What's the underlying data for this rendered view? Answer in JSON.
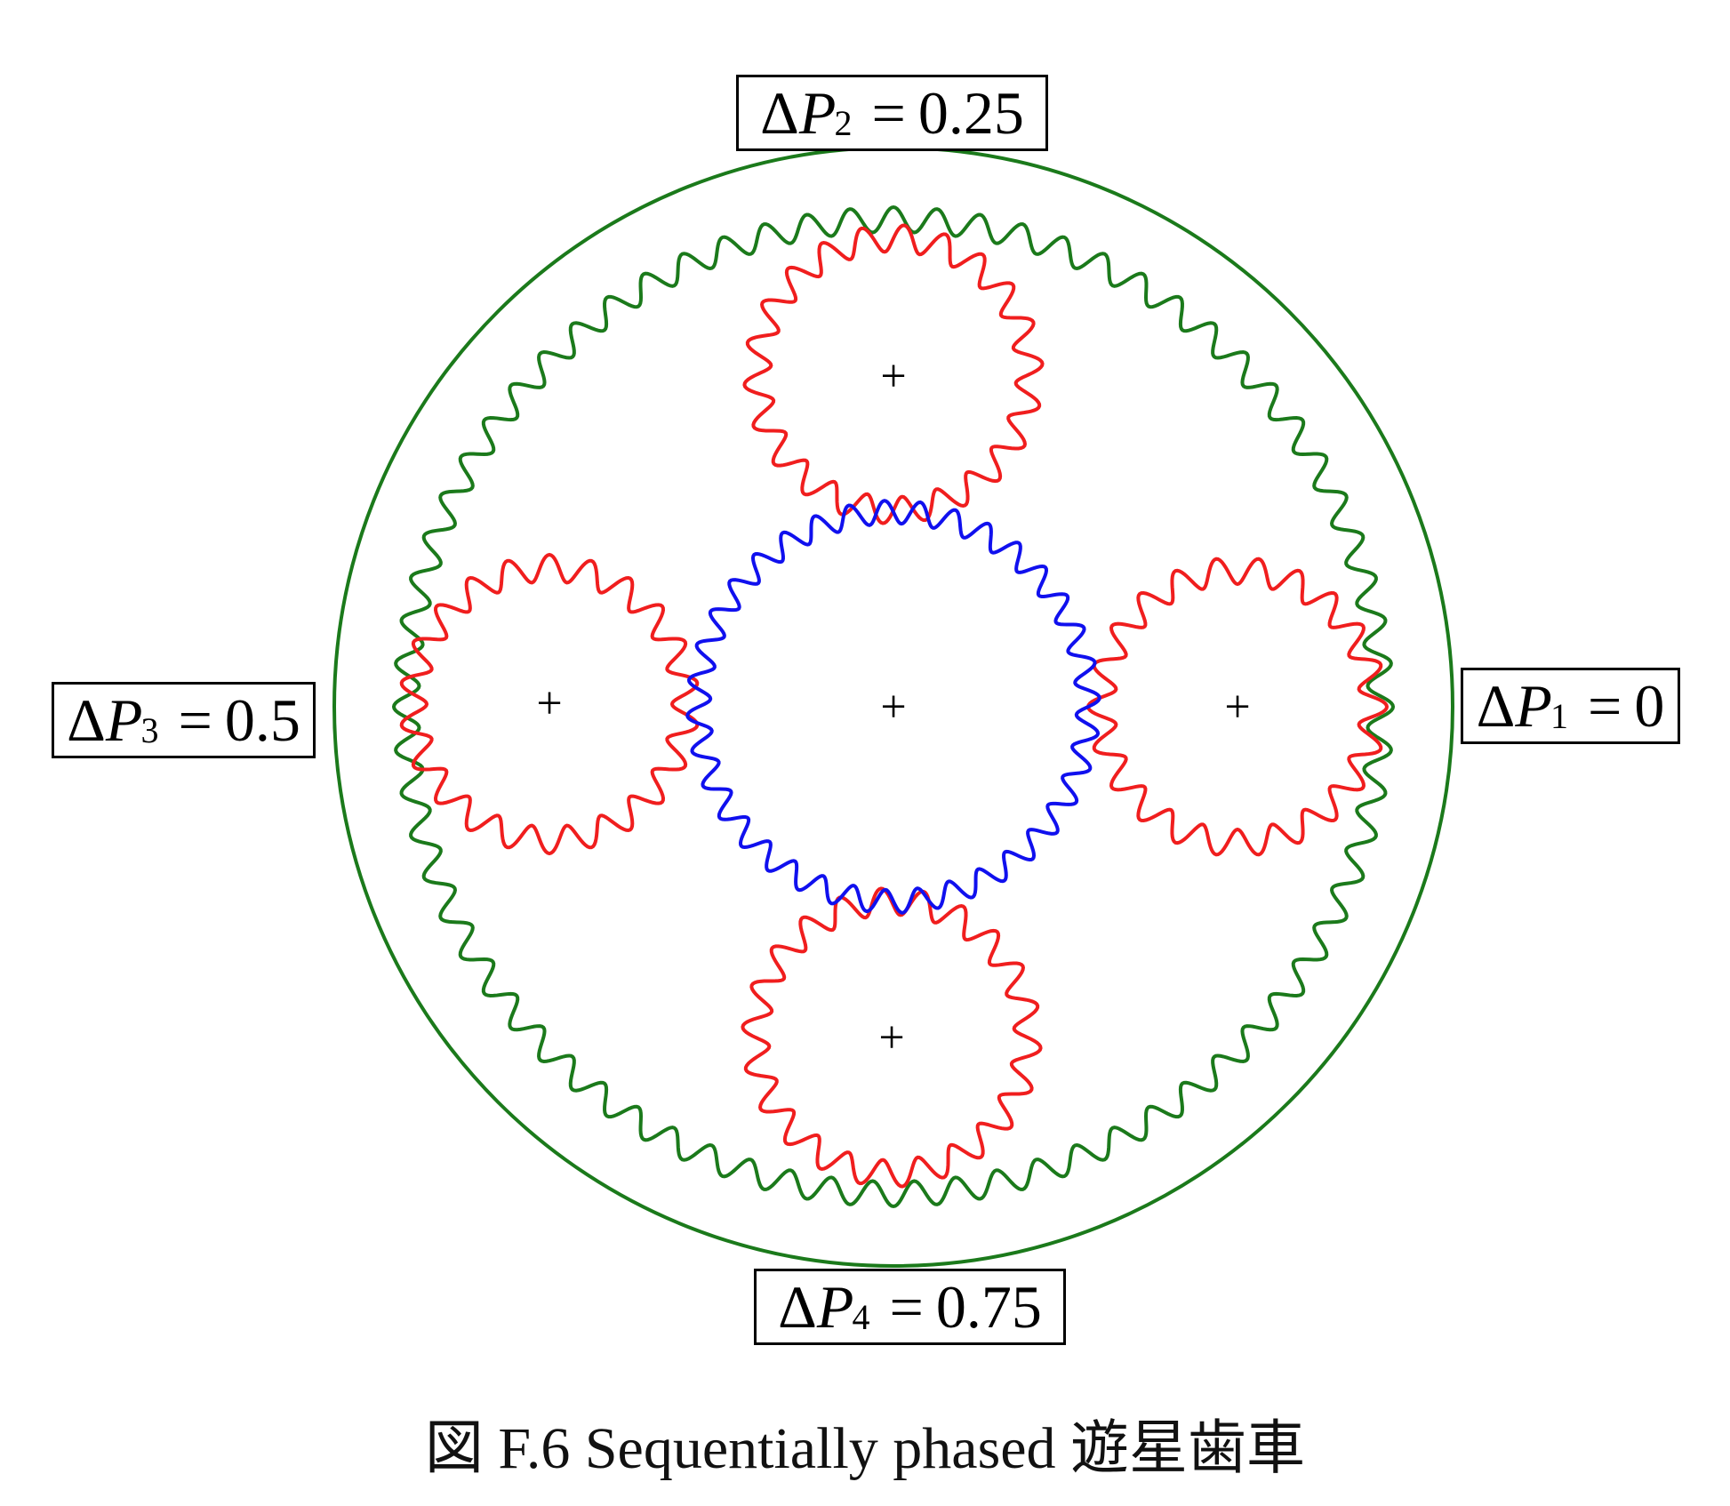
{
  "labels": {
    "p1": {
      "symbol": "Δ",
      "var": "P",
      "sub": "1",
      "eq": "=",
      "value": "0"
    },
    "p2": {
      "symbol": "Δ",
      "var": "P",
      "sub": "2",
      "eq": "=",
      "value": "0.25"
    },
    "p3": {
      "symbol": "Δ",
      "var": "P",
      "sub": "3",
      "eq": "=",
      "value": "0.5"
    },
    "p4": {
      "symbol": "Δ",
      "var": "P",
      "sub": "4",
      "eq": "=",
      "value": "0.75"
    }
  },
  "caption": "図 F.6 Sequentially phased  遊星歯車",
  "gears": {
    "housing_color": "#1b7a1b",
    "ring_color": "#1b7a1b",
    "planet_color": "#f01e1e",
    "sun_color": "#1010ee",
    "center_mark": "+",
    "ring_teeth": 72,
    "planet_teeth": 22,
    "sun_teeth": 36,
    "planet_count": 4
  }
}
